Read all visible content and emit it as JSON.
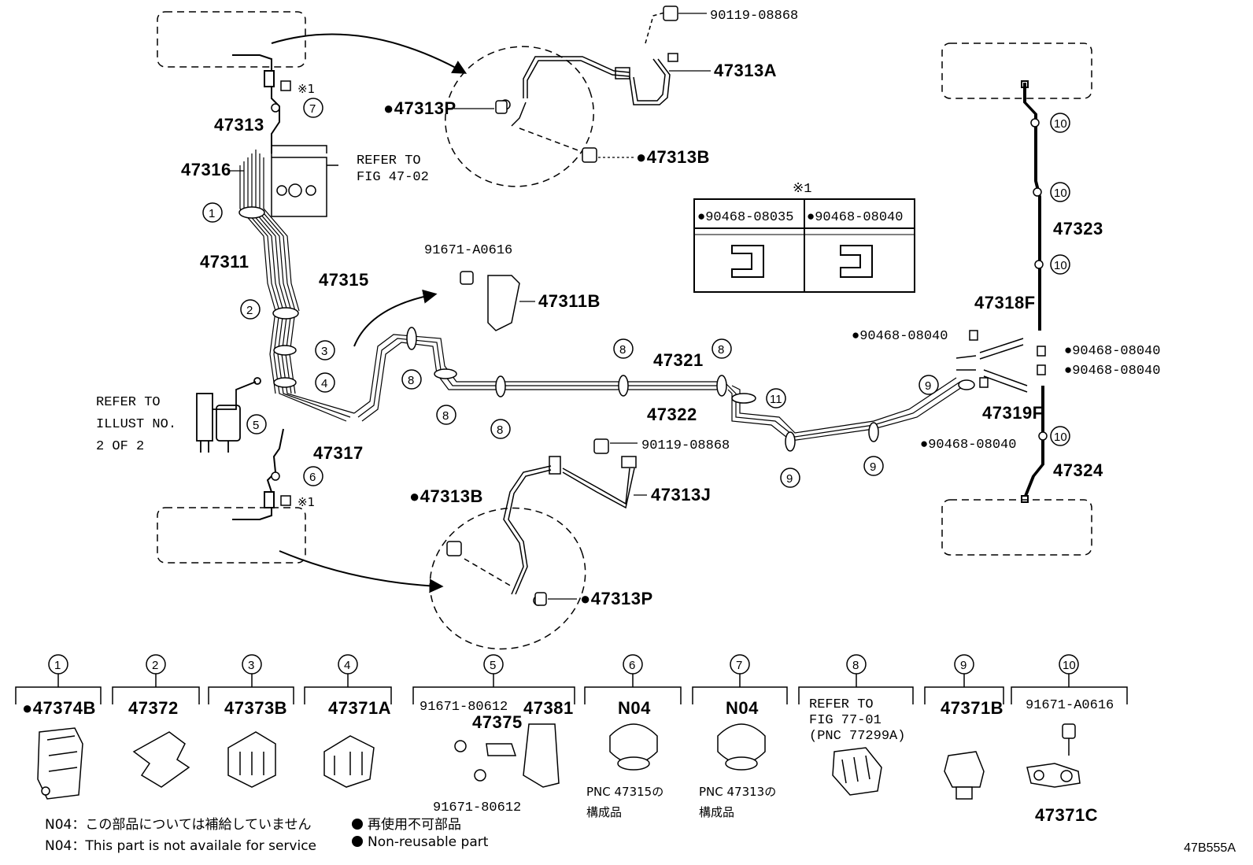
{
  "parts": {
    "p90119_top": "90119-08868",
    "p47313A": "47313A",
    "p47313P_top": "●47313P",
    "p47313B_top": "●47313B",
    "p47313": "47313",
    "p47316": "47316",
    "refer_fig_line1": "REFER TO",
    "refer_fig_line2": "FIG 47-02",
    "p47311": "47311",
    "p47315": "47315",
    "p91671_A0616": "91671-A0616",
    "p47311B": "47311B",
    "p47321": "47321",
    "p47322": "47322",
    "p47317": "47317",
    "refer_illust_line1": "REFER TO",
    "refer_illust_line2": "ILLUST NO.",
    "refer_illust_line3": "2 OF 2",
    "p90119_bot": "90119-08868",
    "p47313J": "47313J",
    "p47313B_bot": "●47313B",
    "p47313P_bot": "●47313P",
    "p47323": "47323",
    "p47318F": "47318F",
    "p47319F": "47319F",
    "p47324": "47324",
    "p90468_a": "●90468-08040",
    "p90468_b": "●90468-08040",
    "p90468_c": "●90468-08040",
    "p90468_d": "●90468-08040",
    "mark1_top": "※1",
    "mark1_bot": "※1"
  },
  "clip_table": {
    "mark": "※1",
    "col1": "●90468-08035",
    "col2": "●90468-08040"
  },
  "callouts": {
    "c1": "1",
    "c2": "2",
    "c3": "3",
    "c4": "4",
    "c5": "5",
    "c6": "6",
    "c7": "7",
    "c8": "8",
    "c9": "9",
    "c10": "10",
    "c11": "11"
  },
  "legend_parts": [
    {
      "num": "1",
      "label": "●47374B"
    },
    {
      "num": "2",
      "label": "47372"
    },
    {
      "num": "3",
      "label": "47373B"
    },
    {
      "num": "4",
      "label": "47371A"
    },
    {
      "num": "5",
      "label_a": "91671-80612",
      "label_b": "47381",
      "label_c": "47375",
      "label_d": "91671-80612"
    },
    {
      "num": "6",
      "label": "N04",
      "note1": "PNC 47315の",
      "note2": "構成品"
    },
    {
      "num": "7",
      "label": "N04",
      "note1": "PNC 47313の",
      "note2": "構成品"
    },
    {
      "num": "8",
      "line1": "REFER TO",
      "line2": "FIG 77-01",
      "line3": "(PNC 77299A)"
    },
    {
      "num": "9",
      "label": "47371B"
    },
    {
      "num": "10",
      "label_top": "91671-A0616",
      "label_bot": "47371C"
    }
  ],
  "footer": {
    "n04_jp": "N04：この部品については補給していません",
    "n04_en": "N04：This part is not availale for service",
    "nonreuse_jp": "再使用不可部品",
    "nonreuse_en": "Non-reusable part",
    "diagram_code": "47B555A"
  }
}
